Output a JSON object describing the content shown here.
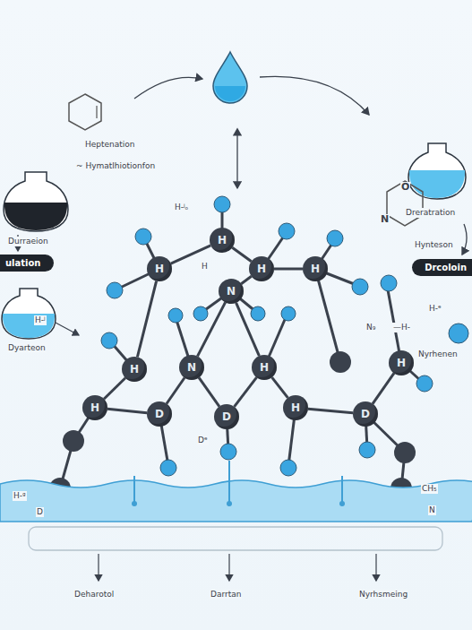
{
  "diagram": {
    "nodes": [
      {
        "text": [
          "ulation"
        ]
      },
      {
        "text": [
          "Drcoloin"
        ]
      },
      {
        "text": [
          "H"
        ]
      },
      {
        "text": [
          "H"
        ]
      },
      {
        "text": [
          "H"
        ]
      },
      {
        "text": [
          "H"
        ]
      },
      {
        "text": [
          "N"
        ]
      },
      {
        "text": [
          "H"
        ]
      },
      {
        "text": [
          "N"
        ]
      },
      {
        "text": [
          "H"
        ]
      },
      {
        "text": [
          "H"
        ]
      },
      {
        "text": [
          "H"
        ]
      },
      {
        "text": [
          "D"
        ]
      },
      {
        "text": [
          "D"
        ]
      },
      {
        "text": [
          "H"
        ]
      },
      {
        "text": [
          "D"
        ]
      }
    ],
    "edges": [
      {
        "from": 2,
        "to": 4,
        "arrow": "none"
      },
      {
        "from": 2,
        "to": 3,
        "arrow": "none"
      },
      {
        "from": 4,
        "to": 6,
        "arrow": "none"
      },
      {
        "from": 4,
        "to": 5,
        "arrow": "none"
      },
      {
        "from": 6,
        "to": 8,
        "arrow": "none"
      },
      {
        "from": 6,
        "to": 9,
        "arrow": "none"
      },
      {
        "from": 8,
        "to": 12,
        "arrow": "none"
      },
      {
        "from": 8,
        "to": 13,
        "arrow": "none"
      },
      {
        "from": 7,
        "to": 11,
        "arrow": "none"
      },
      {
        "from": 11,
        "to": 12,
        "arrow": "none"
      },
      {
        "from": 9,
        "to": 13,
        "arrow": "none"
      },
      {
        "from": 9,
        "to": 14,
        "arrow": "none"
      },
      {
        "from": 14,
        "to": 15,
        "arrow": "none"
      },
      {
        "from": 10,
        "to": 15,
        "arrow": "none"
      },
      {
        "from": 3,
        "to": 7,
        "arrow": "none"
      }
    ],
    "labels": [
      "Heptenation",
      "~ Hymatlhiotionfon",
      "Durraeion",
      "H-ʲ",
      "Dyarteon",
      "H-ʲₒ",
      "H",
      "Dreratration",
      "Hynteson",
      "H-ᵉ",
      "N₉",
      "—H-",
      "Nyrhenen",
      "O",
      "N",
      "Dᵉ",
      "H-ᵍ",
      "D",
      "CH₅",
      "N",
      "Deharotol",
      "Darrtan",
      "Nyrhsmeing"
    ]
  }
}
